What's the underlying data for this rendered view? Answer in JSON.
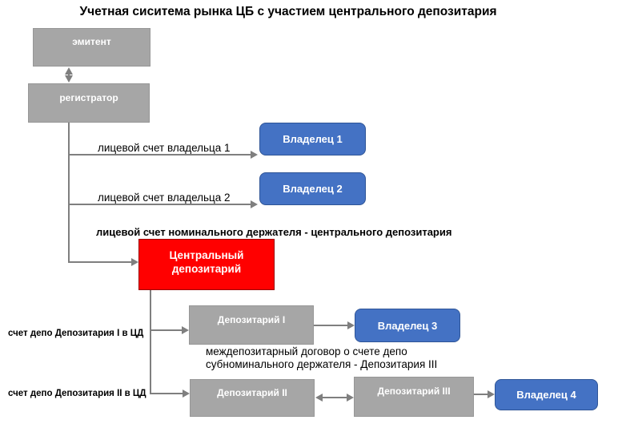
{
  "title": "Учетная сиситема рынка ЦБ с участием центрального депозитария",
  "colors": {
    "gray_box": "#A6A6A6",
    "blue_box": "#4472C4",
    "red_box": "#FF0000",
    "line": "#7F7F7F",
    "text": "#000000",
    "box_text": "#FFFFFF"
  },
  "nodes": {
    "emitent": {
      "label": "эмитент"
    },
    "registrator": {
      "label": "регистратор"
    },
    "central_depository": {
      "label": "Центральный депозитарий"
    },
    "depository_1": {
      "label": "Депозитарий I"
    },
    "depository_2": {
      "label": "Депозитарий II"
    },
    "depository_3": {
      "label": "Депозитарий III"
    },
    "owner_1": {
      "label": "Владелец 1"
    },
    "owner_2": {
      "label": "Владелец 2"
    },
    "owner_3": {
      "label": "Владелец 3"
    },
    "owner_4": {
      "label": "Владелец 4"
    }
  },
  "edge_labels": {
    "owner1_account": "лицевой счет владельца 1",
    "owner2_account": "лицевой счет владельца 2",
    "nominal_holder_account": "лицевой счет номинального держателя - центрального депозитария",
    "dep1_account": "счет депо Депозитария I в ЦД",
    "dep2_account": "счет депо Депозитария II в ЦД",
    "interdepository_agreement_line1": "междепозитарный договор о счете депо",
    "interdepository_agreement_line2": "субноминального держателя - Депозитария III"
  }
}
